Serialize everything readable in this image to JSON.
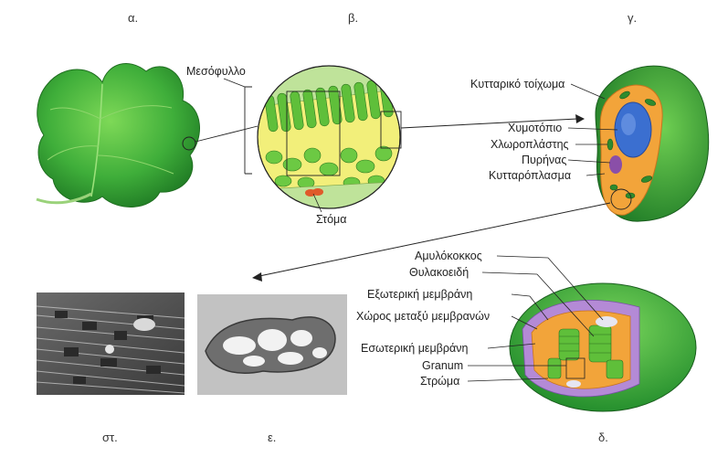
{
  "panels": {
    "a": "α.",
    "b": "β.",
    "c": "γ.",
    "d": "δ.",
    "e": "ε.",
    "st": "στ."
  },
  "labels": {
    "mesophyll": "Μεσόφυλλο",
    "stoma": "Στόμα",
    "cell_wall": "Κυτταρικό τοίχωμα",
    "vacuole": "Χυμοτόπιο",
    "chloroplast": "Χλωροπλάστης",
    "nucleus": "Πυρήνας",
    "cytoplasm": "Κυτταρόπλασμα",
    "starch_grain": "Αμυλόκοκκος",
    "thylakoids": "Θυλακοειδή",
    "outer_membrane": "Εξωτερική μεμβράνη",
    "intermembrane_space": "Χώρος μεταξύ μεμβρανών",
    "inner_membrane": "Εσωτερική μεμβράνη",
    "granum": "Granum",
    "stroma": "Στρώμα"
  },
  "colors": {
    "leaf_green": "#3fae3a",
    "leaf_dark": "#1f7a24",
    "cell_orange": "#f2a43a",
    "vacuole_blue": "#3b6fd0",
    "nucleus_purple": "#8a4fa8",
    "chloroplast_green": "#2e8b2e",
    "membrane_purple": "#b48ad6",
    "stoma_red": "#e05a2a"
  }
}
